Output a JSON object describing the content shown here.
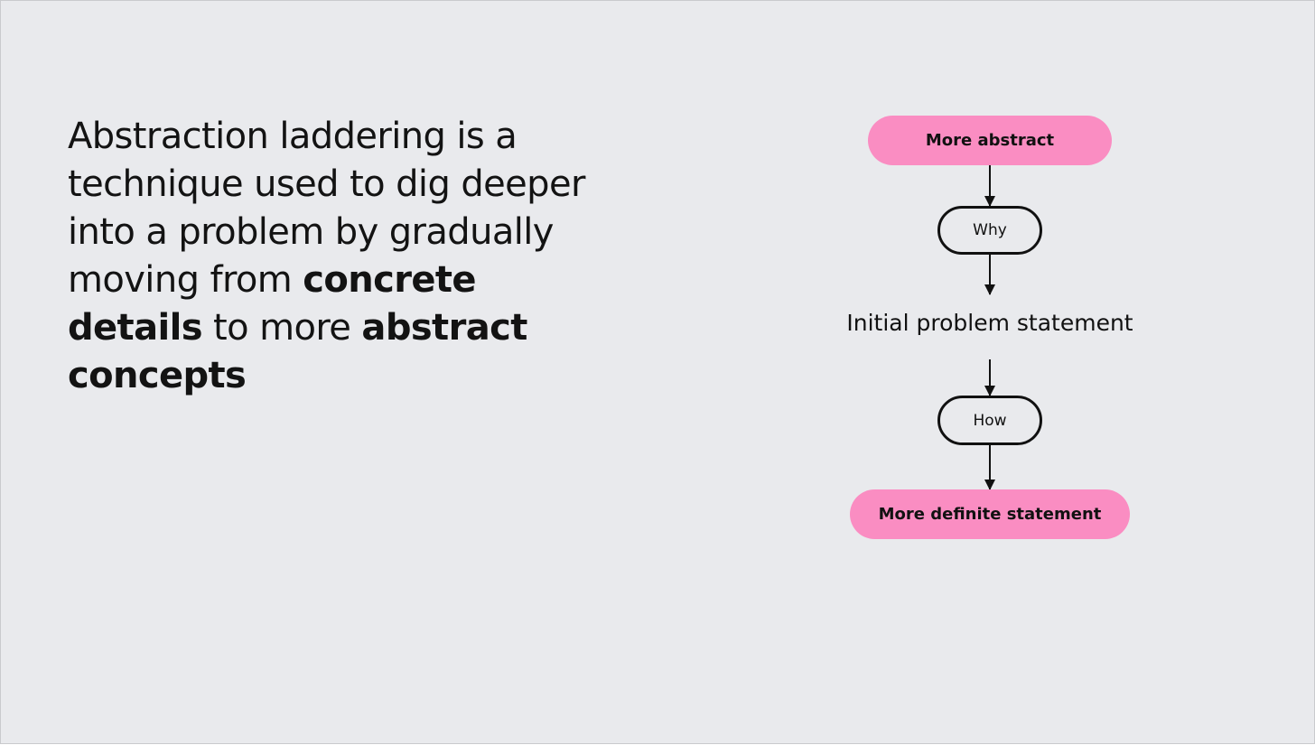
{
  "headline": {
    "plain_1": "Abstraction laddering is a technique used to dig deeper into a problem by gradually moving from ",
    "bold_1": "concrete details",
    "plain_2": " to more ",
    "bold_2": "abstract concepts"
  },
  "ladder": {
    "top": "More abstract",
    "up_connector": "Why",
    "statement": "Initial problem statement",
    "down_connector": "How",
    "bottom": "More definite statement"
  },
  "colors": {
    "background": "#e9eaed",
    "pill_pink": "#fa8dc2",
    "ink": "#111111"
  }
}
